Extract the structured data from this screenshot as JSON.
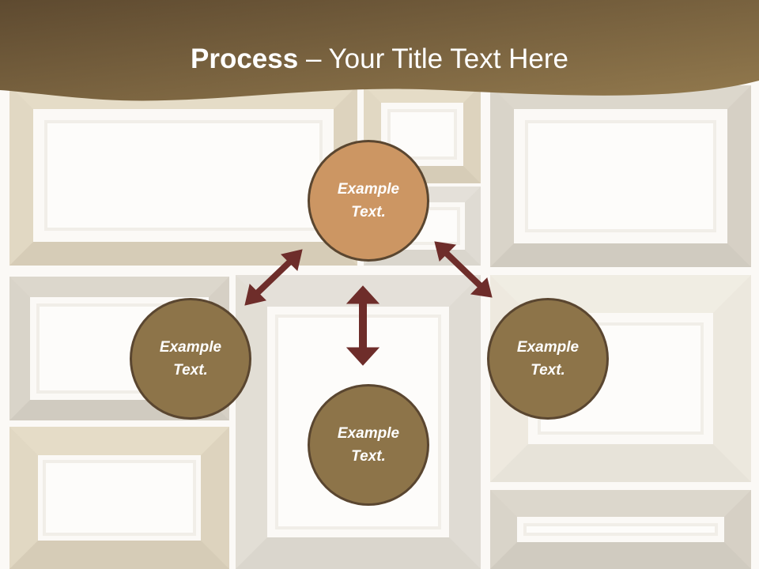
{
  "header": {
    "title_bold": "Process",
    "title_rest": " – Your Title Text Here",
    "colors": {
      "band_left": "#5e4a30",
      "band_right": "#937a4e"
    }
  },
  "diagram": {
    "center": {
      "text": "Example Text.",
      "color": "#cc9663"
    },
    "left": {
      "text": "Example Text.",
      "color": "#8d7449"
    },
    "right": {
      "text": "Example Text.",
      "color": "#8d7449"
    },
    "bottom": {
      "text": "Example Text.",
      "color": "#8d7449"
    },
    "arrow_color": "#6e2d2a"
  }
}
